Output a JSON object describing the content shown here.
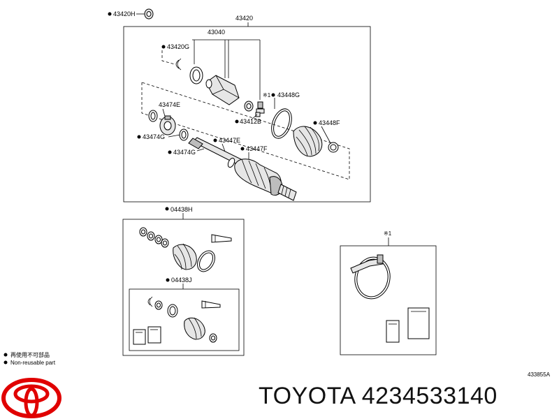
{
  "callouts": {
    "c43420H": "43420H",
    "c43420": "43420",
    "c43040": "43040",
    "c43420G": "43420G",
    "c43448G": "43448G",
    "c43474E": "43474E",
    "c43412B": "43412B",
    "c43448F": "43448F",
    "c43474G_a": "43474G",
    "c43447E": "43447E",
    "c43474G_b": "43474G",
    "c43447F": "43447F",
    "c04438H": "04438H",
    "c04438J": "04438J",
    "note_ref": "※1",
    "mark_inline": "※1"
  },
  "legend": {
    "reusable": "再使用不可部品",
    "non_reusable": "Non-reusable part"
  },
  "figure_code": "433855A",
  "brand_caption": "TOYOTA 4234533140",
  "colors": {
    "logo_red": "#E00000",
    "line": "#000000"
  }
}
